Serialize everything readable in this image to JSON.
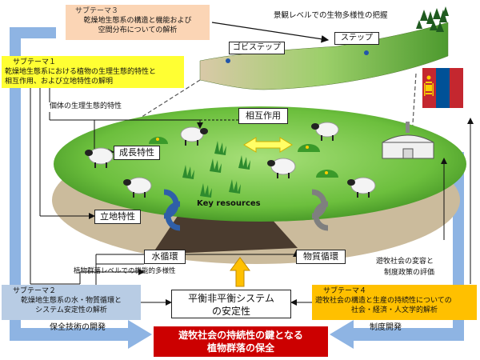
{
  "subtheme1": {
    "title": "サブテーマ１",
    "line1": "乾燥地生態系における植物の生理生態的特性と",
    "line2": "相互作用、および立地特性の解明"
  },
  "subtheme2": {
    "title": "サブテーマ２",
    "line1": "乾燥地生態系の水・物質循環と",
    "line2": "システム安定性の解析"
  },
  "subtheme3": {
    "title": "サブテーマ３",
    "line1": "乾燥地生態系の構造と機能および",
    "line2": "空間分布についての解析"
  },
  "subtheme4": {
    "title": "サブテーマ４",
    "line1": "遊牧社会の構造と生産の持続性についての",
    "line2": "社会・経済・人文学的解析"
  },
  "labels": {
    "landscape": "景観レベルでの生物多様性の把握",
    "gobi_steppe": "ゴビステップ",
    "steppe": "ステップ",
    "individual": "個体の生理生態的特性",
    "interaction": "相互作用",
    "growth": "成長特性",
    "site": "立地特性",
    "key_resources": "Key resources",
    "water_cycle": "水循環",
    "material_cycle": "物質循環",
    "community_level": "植物群落レベルでの機能的多様性",
    "nomadic_change_1": "遊牧社会の変容と",
    "nomadic_change_2": "制度政策の評価",
    "equilibrium_1": "平衡非平衡システム",
    "equilibrium_2": "の安定性",
    "conservation_tech": "保全技術の開発",
    "institution_dev": "制度開発"
  },
  "goal": {
    "line1": "遊牧社会の持続性の鍵となる",
    "line2": "植物群落の保全"
  },
  "colors": {
    "subtheme1_bg": "#ffff33",
    "subtheme2_bg": "#b8cce4",
    "subtheme3_bg": "#fbd5b5",
    "subtheme4_bg": "#ffc000",
    "goal_bg": "#cc0000",
    "big_arrow": "#8eb4e3",
    "grass": "#7ec850",
    "soil": "#c8b89a",
    "dark_soil": "#4a3b2e"
  }
}
